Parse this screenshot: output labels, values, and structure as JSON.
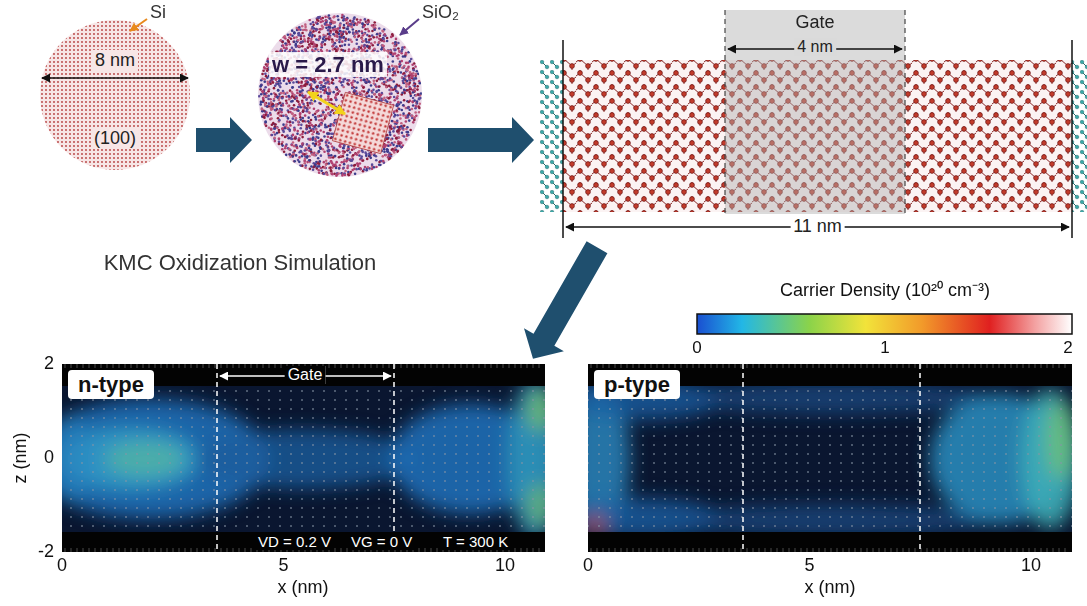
{
  "diagram": {
    "nodes": [
      {
        "text": [
          "8 nm",
          "(100)"
        ]
      },
      {
        "text": [
          "w = 2.7 nm"
        ]
      },
      {
        "text": [
          "11 nm"
        ]
      },
      {
        "text": [
          "Gate",
          "4 nm"
        ],
        "in": 2
      },
      {
        "text": [
          "n-type"
        ]
      },
      {
        "text": [
          "p-type"
        ]
      }
    ],
    "edges": [
      {
        "from": 0,
        "to": 1,
        "arrow": "to"
      },
      {
        "from": 1,
        "to": 2,
        "arrow": "to"
      },
      {
        "from": 2,
        "to": 4,
        "arrow": "to"
      }
    ],
    "labels": [
      "Si",
      "SiO₂",
      "KMC Oxidization Simulation",
      "Carrier Density (10²⁰ cm⁻³)",
      "0",
      "1",
      "2",
      "2",
      "0",
      "-2",
      "z (nm)",
      "0",
      "5",
      "10",
      "x (nm)",
      "Gate",
      "VD = 0.2 V",
      "VG = 0 V",
      "T = 300 K",
      "0",
      "5",
      "10",
      "x (nm)"
    ]
  }
}
